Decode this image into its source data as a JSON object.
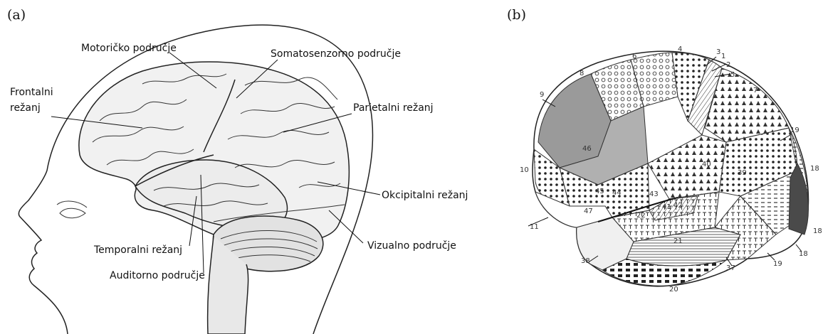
{
  "panel_a": {
    "letter": "(a)",
    "labels": {
      "motor": "Motoričko područje",
      "somatosensory": "Somatosenzorno područje",
      "frontal_1": "Frontalni",
      "frontal_2": "režanj",
      "parietal": "Parietalni režanj",
      "occipital": "Okcipitalni režanj",
      "temporal": "Temporalni režanj",
      "visual": "Vizualno područje",
      "auditory": "Auditorno područje"
    }
  },
  "panel_b": {
    "letter": "(b)",
    "areas": [
      "1",
      "2",
      "3",
      "4",
      "5",
      "6",
      "7",
      "8",
      "9",
      "10",
      "11",
      "18",
      "18",
      "18",
      "19",
      "19",
      "20",
      "21",
      "22",
      "37",
      "38",
      "39",
      "40",
      "41",
      "42",
      "43",
      "44",
      "45",
      "46",
      "47"
    ]
  }
}
